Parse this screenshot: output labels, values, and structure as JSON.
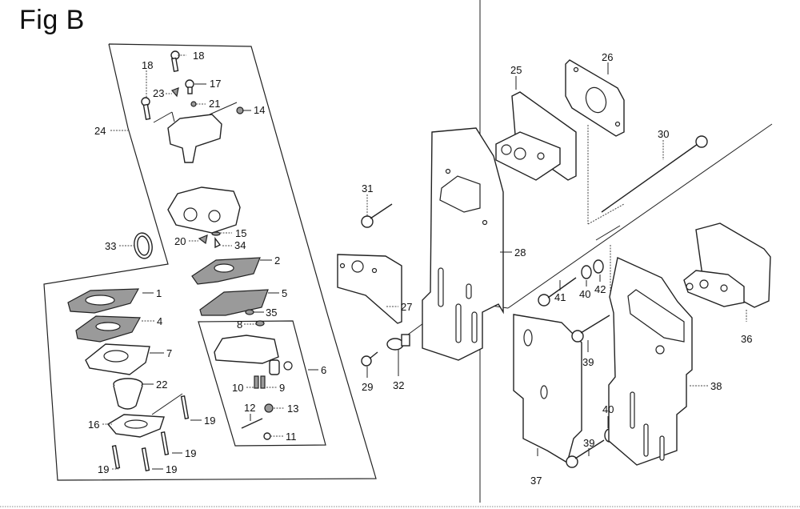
{
  "figure": {
    "title": "Fig B"
  },
  "callouts": [
    {
      "id": "c1",
      "label": "1"
    },
    {
      "id": "c2",
      "label": "2"
    },
    {
      "id": "c4",
      "label": "4"
    },
    {
      "id": "c5",
      "label": "5"
    },
    {
      "id": "c6",
      "label": "6"
    },
    {
      "id": "c7",
      "label": "7"
    },
    {
      "id": "c8",
      "label": "8"
    },
    {
      "id": "c9",
      "label": "9"
    },
    {
      "id": "c10",
      "label": "10"
    },
    {
      "id": "c11",
      "label": "11"
    },
    {
      "id": "c12",
      "label": "12"
    },
    {
      "id": "c13",
      "label": "13"
    },
    {
      "id": "c14",
      "label": "14"
    },
    {
      "id": "c15",
      "label": "15"
    },
    {
      "id": "c16",
      "label": "16"
    },
    {
      "id": "c17",
      "label": "17"
    },
    {
      "id": "c18a",
      "label": "18"
    },
    {
      "id": "c18b",
      "label": "18"
    },
    {
      "id": "c19a",
      "label": "19"
    },
    {
      "id": "c19b",
      "label": "19"
    },
    {
      "id": "c19c",
      "label": "19"
    },
    {
      "id": "c19d",
      "label": "19"
    },
    {
      "id": "c20",
      "label": "20"
    },
    {
      "id": "c21",
      "label": "21"
    },
    {
      "id": "c22",
      "label": "22"
    },
    {
      "id": "c23",
      "label": "23"
    },
    {
      "id": "c24",
      "label": "24"
    },
    {
      "id": "c25",
      "label": "25"
    },
    {
      "id": "c26",
      "label": "26"
    },
    {
      "id": "c27",
      "label": "27"
    },
    {
      "id": "c28",
      "label": "28"
    },
    {
      "id": "c29",
      "label": "29"
    },
    {
      "id": "c30",
      "label": "30"
    },
    {
      "id": "c31",
      "label": "31"
    },
    {
      "id": "c32",
      "label": "32"
    },
    {
      "id": "c33",
      "label": "33"
    },
    {
      "id": "c34",
      "label": "34"
    },
    {
      "id": "c35",
      "label": "35"
    },
    {
      "id": "c36",
      "label": "36"
    },
    {
      "id": "c37",
      "label": "37"
    },
    {
      "id": "c38",
      "label": "38"
    },
    {
      "id": "c39a",
      "label": "39"
    },
    {
      "id": "c39b",
      "label": "39"
    },
    {
      "id": "c40a",
      "label": "40"
    },
    {
      "id": "c40b",
      "label": "40"
    },
    {
      "id": "c41",
      "label": "41"
    },
    {
      "id": "c42",
      "label": "42"
    }
  ]
}
